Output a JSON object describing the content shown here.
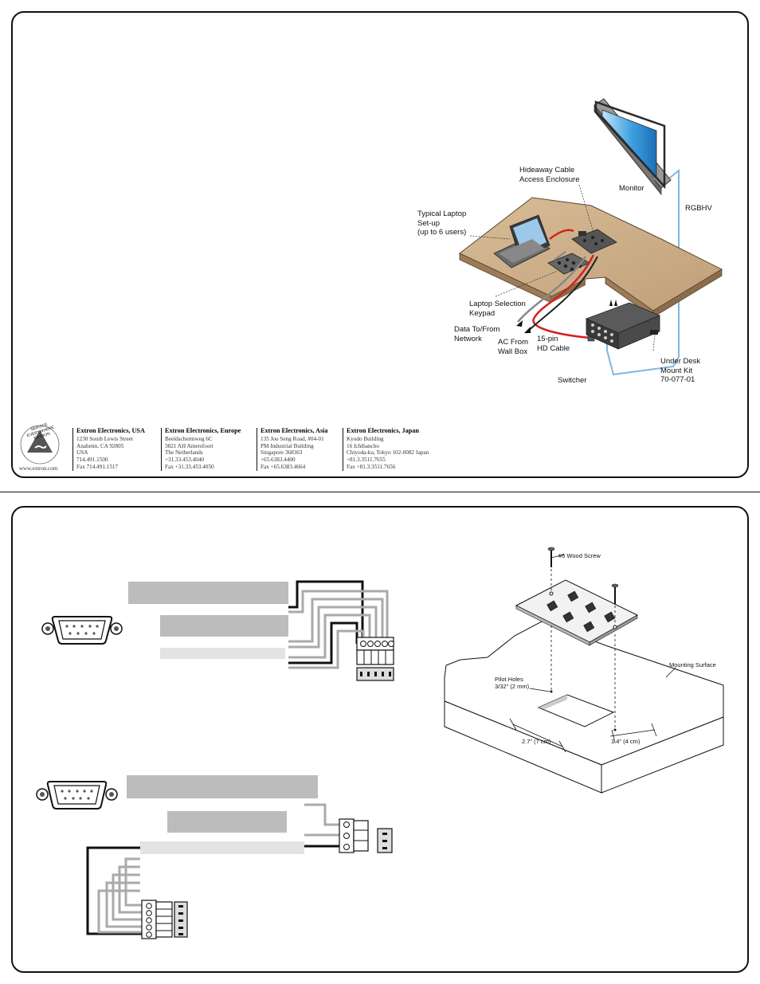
{
  "setup_diagram": {
    "labels": {
      "hideaway": "Hideaway Cable\nAccess Enclosure",
      "monitor": "Monitor",
      "rgbhv": "RGBHV",
      "laptop": "Typical Laptop\nSet-up\n(up to 6 users)",
      "keypad": "Laptop Selection\nKeypad",
      "data": "Data To/From\nNetwork",
      "ac": "AC From\nWall Box",
      "hd_cable": "15-pin\nHD Cable",
      "under_desk": "Under Desk\nMount Kit\n70-077-01",
      "switcher": "Switcher"
    }
  },
  "footer": {
    "logo_text": "SERVICE EVERYWHERE EXTRON",
    "website": "www.extron.com",
    "offices": [
      {
        "name": "Extron Electronics, USA",
        "lines": [
          "1230 South Lewis Street",
          "Anaheim, CA 92805",
          "USA",
          "714.491.1500",
          "Fax 714.491.1517"
        ]
      },
      {
        "name": "Extron Electronics, Europe",
        "lines": [
          "Beeldschermweg 6C",
          "3821 AH Amersfoort",
          "The Netherlands",
          "+31.33.453.4040",
          "Fax +31.33.453.4050"
        ]
      },
      {
        "name": "Extron Electronics, Asia",
        "lines": [
          "135 Joo Seng Road, #04-01",
          "PM Industrial Building",
          "Singapore 368363",
          "+65.6383.4400",
          "Fax +65.6383.4664"
        ]
      },
      {
        "name": "Extron Electronics, Japan",
        "lines": [
          "Kyodo Building",
          "16 Ichibancho",
          "Chiyoda-ku, Tokyo 102-0082 Japan",
          "+81.3.3511.7655",
          "Fax +81.3.3511.7656"
        ]
      }
    ]
  },
  "mounting_diagram": {
    "labels": {
      "wood_screw": "#6 Wood Screw",
      "mounting_surface": "Mounting Surface",
      "pilot_holes": "Pilot Holes\n3/32\" (2 mm)",
      "dim_width": "2.7\" (7 cm)",
      "dim_height": "1.4\" (4 cm)"
    }
  },
  "colors": {
    "desk": "#c9ab86",
    "monitor_screen": "#3d9fe0",
    "rgbhv_cable": "#7fb6e0",
    "hd_cable": "#d42020",
    "bar_gray": "#bcbcbc",
    "bar_light": "#e3e3e3"
  }
}
